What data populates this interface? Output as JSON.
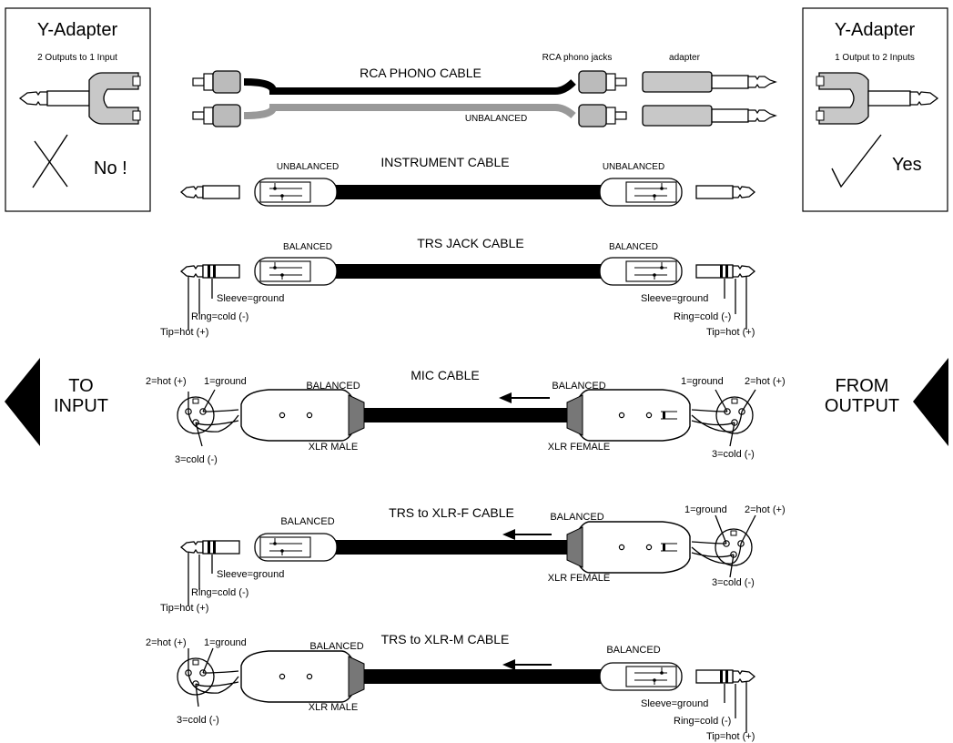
{
  "y_adapter_left": {
    "title": "Y-Adapter",
    "subtitle": "2 Outputs to 1 Input",
    "verdict": "No !",
    "mark_icon": "cross-icon"
  },
  "y_adapter_right": {
    "title": "Y-Adapter",
    "subtitle": "1 Output to 2 Inputs",
    "verdict": "Yes",
    "mark_icon": "check-icon"
  },
  "rca": {
    "title": "RCA PHONO CABLE",
    "jacks_label": "RCA phono jacks",
    "adapter_label": "adapter",
    "balance": "UNBALANCED"
  },
  "instrument": {
    "title": "INSTRUMENT CABLE",
    "left_label": "UNBALANCED",
    "right_label": "UNBALANCED"
  },
  "trs": {
    "title": "TRS JACK CABLE",
    "left_label": "BALANCED",
    "right_label": "BALANCED",
    "sleeve": "Sleeve=ground",
    "ring": "Ring=cold (-)",
    "tip": "Tip=hot (+)"
  },
  "direction": {
    "to_line1": "TO",
    "to_line2": "INPUT",
    "from_line1": "FROM",
    "from_line2": "OUTPUT"
  },
  "mic": {
    "title": "MIC CABLE",
    "left_label": "BALANCED",
    "right_label": "BALANCED",
    "xlr_male": "XLR MALE",
    "xlr_female": "XLR FEMALE",
    "pin1": "1=ground",
    "pin2": "2=hot (+)",
    "pin3": "3=cold (-)"
  },
  "trs_xlrf": {
    "title": "TRS to XLR-F CABLE",
    "left_label": "BALANCED",
    "right_label": "BALANCED",
    "xlr_female": "XLR FEMALE",
    "pin1": "1=ground",
    "pin2": "2=hot (+)",
    "pin3": "3=cold (-)",
    "sleeve": "Sleeve=ground",
    "ring": "Ring=cold (-)",
    "tip": "Tip=hot (+)"
  },
  "trs_xlrm": {
    "title": "TRS to XLR-M CABLE",
    "left_label": "BALANCED",
    "right_label": "BALANCED",
    "xlr_male": "XLR MALE",
    "pin1": "1=ground",
    "pin2": "2=hot (+)",
    "pin3": "3=cold (-)",
    "sleeve": "Sleeve=ground",
    "ring": "Ring=cold (-)",
    "tip": "Tip=hot (+)"
  }
}
